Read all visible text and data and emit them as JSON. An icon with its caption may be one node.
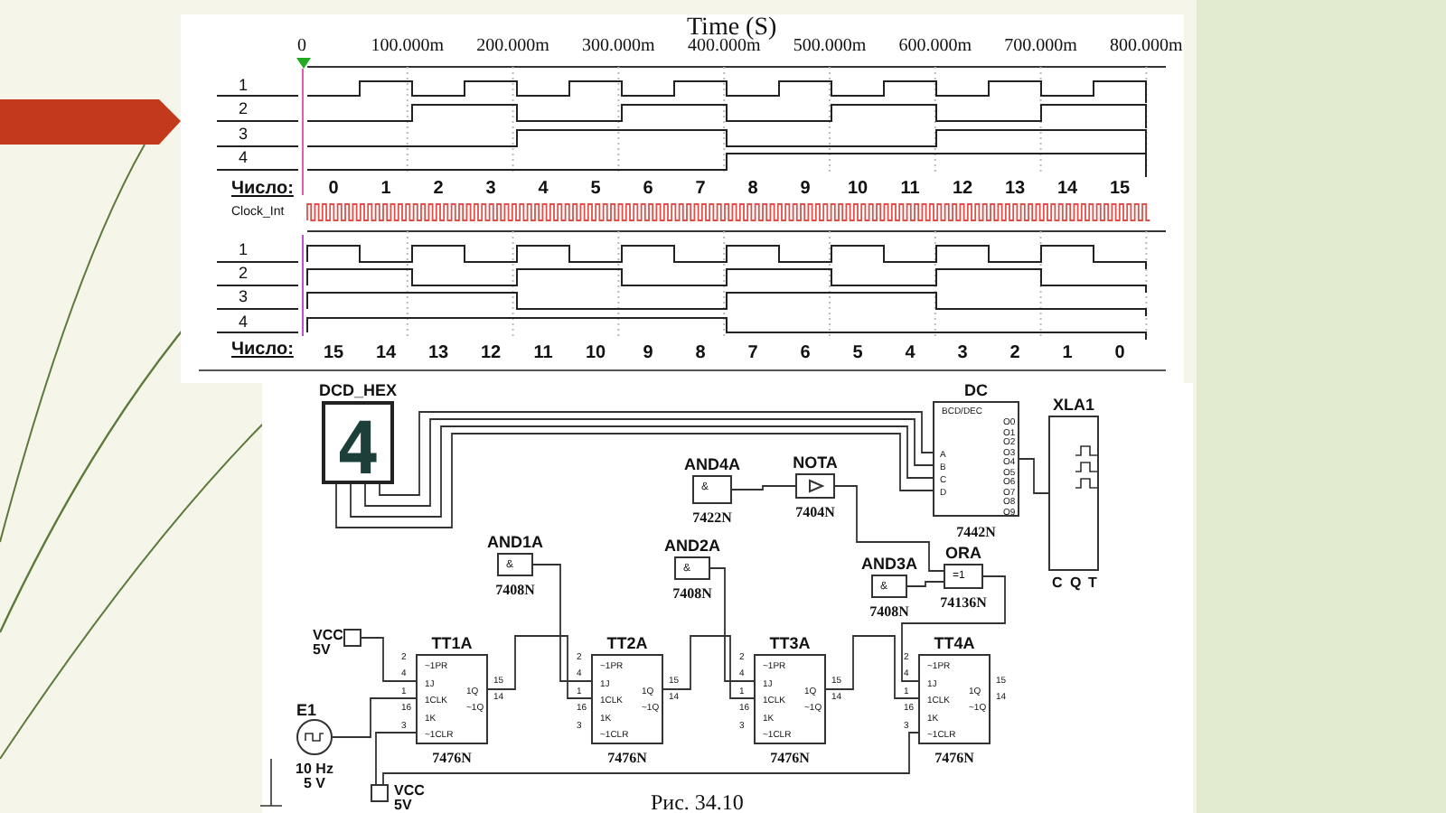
{
  "diagram": {
    "caption": "Рис. 34.10",
    "nodes": [
      {
        "text": [
          "DCD_HEX",
          "4"
        ]
      },
      {
        "text": [
          "AND4A",
          "&",
          "7422N"
        ]
      },
      {
        "text": [
          "NOTA",
          "7404N"
        ]
      },
      {
        "text": [
          "DC",
          "BCD/DEC",
          "A",
          "B",
          "C",
          "D",
          "O0",
          "O1",
          "O2",
          "O3",
          "O4",
          "O5",
          "O6",
          "O7",
          "O8",
          "O9",
          "7442N"
        ]
      },
      {
        "text": [
          "XLA1",
          "C",
          "Q",
          "T"
        ]
      },
      {
        "text": [
          "AND1A",
          "&",
          "7408N"
        ]
      },
      {
        "text": [
          "AND2A",
          "&",
          "7408N"
        ]
      },
      {
        "text": [
          "AND3A",
          "&",
          "7408N"
        ]
      },
      {
        "text": [
          "ORA",
          "=1",
          "74136N"
        ]
      },
      {
        "text": [
          "VCC 5V"
        ]
      },
      {
        "text": [
          "TT1A",
          "~1PR",
          "1J",
          "1CLK",
          "1K",
          "~1CLR",
          "1Q",
          "~1Q",
          "7476N"
        ],
        "beside": [
          "2",
          "4",
          "1",
          "16",
          "3",
          "15",
          "14"
        ]
      },
      {
        "text": [
          "TT2A",
          "~1PR",
          "1J",
          "1CLK",
          "1K",
          "~1CLR",
          "1Q",
          "~1Q",
          "7476N"
        ],
        "beside": [
          "2",
          "4",
          "1",
          "16",
          "3",
          "15",
          "14"
        ]
      },
      {
        "text": [
          "TT3A",
          "~1PR",
          "1J",
          "1CLK",
          "1K",
          "~1CLR",
          "1Q",
          "~1Q",
          "7476N"
        ],
        "beside": [
          "2",
          "4",
          "1",
          "16",
          "3",
          "15",
          "14"
        ]
      },
      {
        "text": [
          "TT4A",
          "~1PR",
          "1J",
          "1CLK",
          "1K",
          "~1CLR",
          "1Q",
          "~1Q",
          "7476N"
        ],
        "beside": [
          "2",
          "4",
          "1",
          "16",
          "3",
          "15",
          "14"
        ]
      },
      {
        "text": [
          "E1"
        ],
        "beside": [
          "10 Hz 5 V"
        ]
      },
      {
        "text": [
          "VCC 5V"
        ]
      }
    ],
    "edges": [
      {
        "from": 1,
        "to": 2,
        "arrow": "none"
      },
      {
        "from": 7,
        "to": 8,
        "arrow": "none"
      },
      {
        "from": 3,
        "to": 4,
        "arrow": "none"
      },
      {
        "from": 9,
        "to": 10,
        "arrow": "none"
      },
      {
        "from": 14,
        "to": 10,
        "arrow": "none"
      },
      {
        "from": 15,
        "to": 10,
        "arrow": "none"
      },
      {
        "from": 0,
        "to": 3,
        "arrow": "none"
      },
      {
        "from": 0,
        "to": 3,
        "arrow": "none"
      },
      {
        "from": 0,
        "to": 3,
        "arrow": "none"
      },
      {
        "from": 0,
        "to": 3,
        "arrow": "none"
      },
      {
        "from": 10,
        "to": 11,
        "arrow": "none"
      },
      {
        "from": 11,
        "to": 12,
        "arrow": "none"
      },
      {
        "from": 12,
        "to": 13,
        "arrow": "none"
      },
      {
        "from": 5,
        "to": 11,
        "arrow": "none"
      },
      {
        "from": 6,
        "to": 12,
        "arrow": "none"
      },
      {
        "from": 8,
        "to": 13,
        "arrow": "none"
      },
      {
        "from": 2,
        "to": 8,
        "arrow": "none"
      },
      {
        "from": 15,
        "to": 13,
        "arrow": "none"
      }
    ],
    "labels": [
      "Time (S)",
      "0",
      "100.000m",
      "200.000m",
      "300.000m",
      "400.000m",
      "500.000m",
      "600.000m",
      "700.000m",
      "800.000m",
      "1",
      "2",
      "3",
      "4",
      "Число:",
      "0",
      "1",
      "2",
      "3",
      "4",
      "5",
      "6",
      "7",
      "8",
      "9",
      "10",
      "11",
      "12",
      "13",
      "14",
      "15",
      "Clock_Int",
      "1",
      "2",
      "3",
      "4",
      "Число:",
      "15",
      "14",
      "13",
      "12",
      "11",
      "10",
      "9",
      "8",
      "7",
      "6",
      "5",
      "4",
      "3",
      "2",
      "1",
      "0"
    ]
  }
}
